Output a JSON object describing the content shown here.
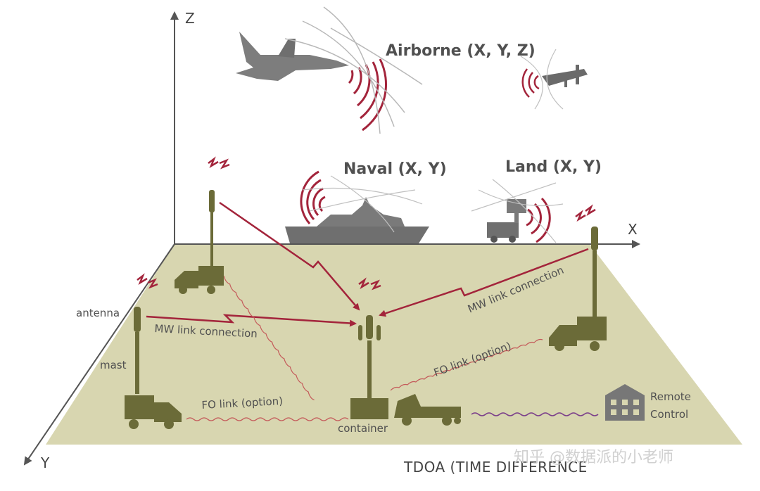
{
  "axes": {
    "z": "Z",
    "x": "X",
    "y": "Y"
  },
  "platforms": {
    "airborne": "Airborne (X, Y, Z)",
    "naval": "Naval (X, Y)",
    "land": "Land (X, Y)"
  },
  "labels": {
    "antenna": "antenna",
    "mast": "mast",
    "container": "container",
    "mw_link_left": "MW link connection",
    "mw_link_right": "MW link connection",
    "fo_link_left": "FO link (option)",
    "fo_link_right": "FO link (option)",
    "remote_line1": "Remote",
    "remote_line2": "Control"
  },
  "footer": {
    "title": "TDOA (TIME DIFFERENCE"
  },
  "watermark": "知乎 @数据派的小老师",
  "colors": {
    "ground": "#d8d6b0",
    "olive": "#6b6b38",
    "signal": "#a3243b",
    "grey": "#8a8a8a",
    "fo_link": "#c45a5a",
    "remote_link": "#7a3e8a"
  }
}
